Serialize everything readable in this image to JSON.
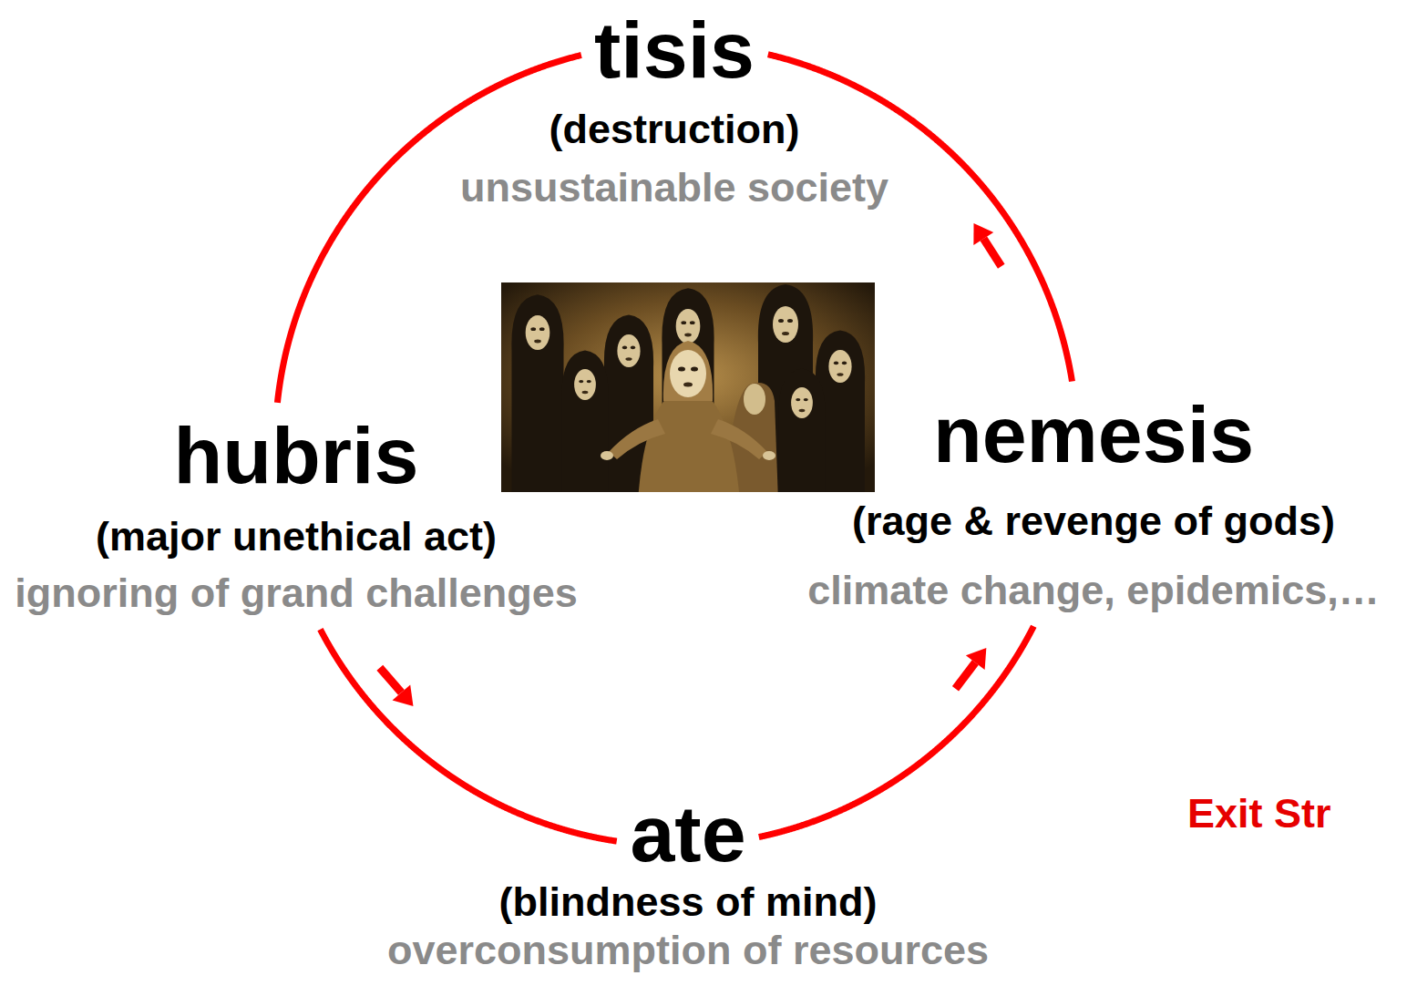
{
  "diagram": {
    "nodes": [
      {
        "text": [
          "tisis",
          "(destruction)",
          "unsustainable society"
        ]
      },
      {
        "text": [
          "hubris",
          "(major unethical act)",
          "ignoring of grand challenges"
        ]
      },
      {
        "text": [
          "nemesis",
          "(rage & revenge of gods)",
          "climate change, epidemics,…"
        ]
      },
      {
        "text": [
          "ate",
          "(blindness of mind)",
          "overconsumption of resources"
        ]
      }
    ],
    "edges": [
      {
        "from": 1,
        "to": 3,
        "arrow": "to"
      },
      {
        "from": 3,
        "to": 2,
        "arrow": "to"
      },
      {
        "from": 2,
        "to": 0,
        "arrow": "to"
      },
      {
        "from": 0,
        "to": 1,
        "arrow": "none"
      }
    ],
    "labels": [
      "Exit Str"
    ]
  }
}
